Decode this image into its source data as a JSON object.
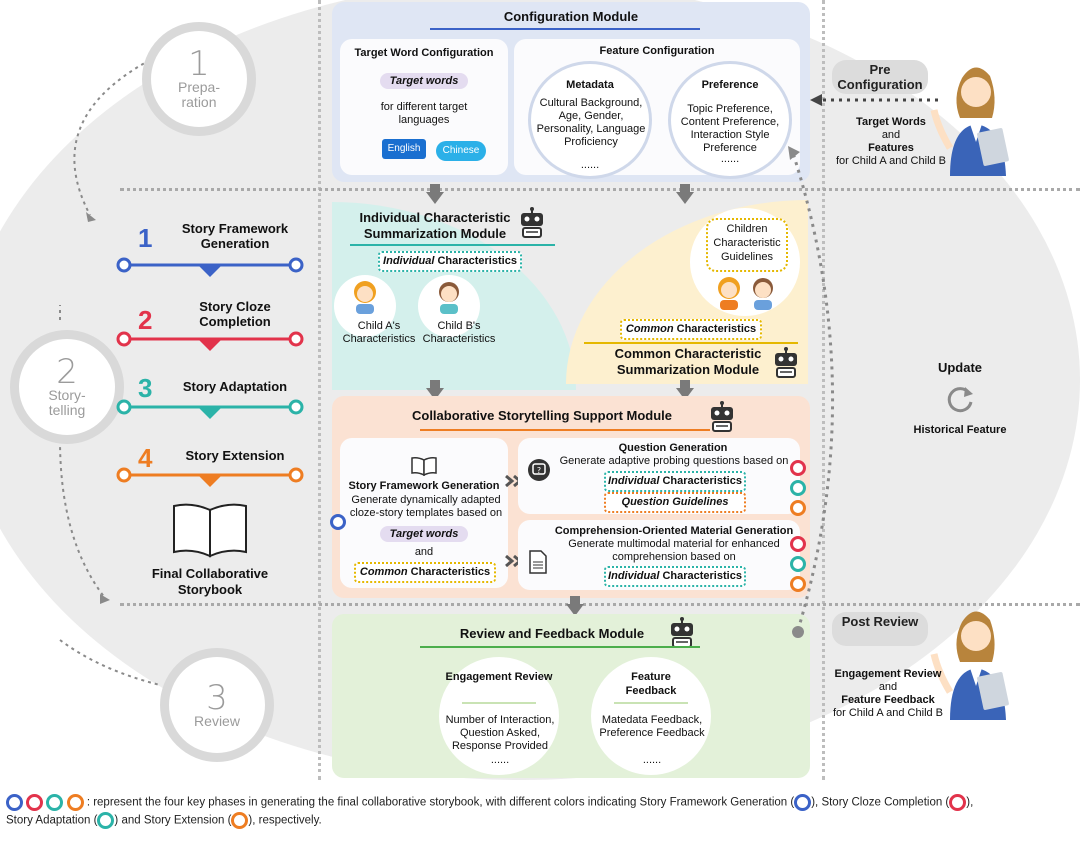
{
  "phases": {
    "preparation": {
      "num": "1",
      "label": "Prepa-\nration"
    },
    "storytelling": {
      "num": "2",
      "label": "Story-\ntelling"
    },
    "review": {
      "num": "3",
      "label": "Review"
    }
  },
  "steps": [
    {
      "num": "1",
      "label": "Story Framework Generation",
      "color": "#3b62c7"
    },
    {
      "num": "2",
      "label": "Story Cloze Completion",
      "color": "#e2334b"
    },
    {
      "num": "3",
      "label": "Story Adaptation",
      "color": "#2bb3a8"
    },
    {
      "num": "4",
      "label": "Story Extension",
      "color": "#ee7d22"
    }
  ],
  "storybook": {
    "label": "Final Collaborative Storybook"
  },
  "config": {
    "title": "Configuration Module",
    "target": {
      "title": "Target Word Configuration",
      "pill": "Target words",
      "text": "for different target languages",
      "lang1": "English",
      "lang2": "Chinese"
    },
    "feature": {
      "title": "Feature Configuration",
      "metadata": {
        "title": "Metadata",
        "items": "Cultural Background, Age, Gender, Personality, Language Proficiency",
        "more": "......"
      },
      "preference": {
        "title": "Preference",
        "items": "Topic Preference, Content Preference, Interaction Style Preference",
        "more": "......"
      }
    }
  },
  "individual": {
    "title": "Individual Characteristic Summarization Module",
    "box_em": "Individual",
    "box_rest": " Characteristics",
    "childA": "Child A's Characteristics",
    "childB": "Child B's Characteristics"
  },
  "common": {
    "guidelines": "Children Characteristic Guidelines",
    "box_em": "Common",
    "box_rest": " Characteristics",
    "title": "Common Characteristic Summarization Module"
  },
  "collab": {
    "title": "Collaborative Storytelling Support Module",
    "framework": {
      "title": "Story Framework Generation",
      "text": "Generate dynamically adapted cloze-story templates based on",
      "pill": "Target words",
      "and": "and",
      "box_em": "Common",
      "box_rest": " Characteristics"
    },
    "question": {
      "title": "Question Generation",
      "text": "Generate adaptive probing questions based on",
      "box1_em": "Individual",
      "box1_rest": " Characteristics",
      "box2": "Question Guidelines"
    },
    "material": {
      "title": "Comprehension-Oriented Material Generation",
      "text": "Generate multimodal material for enhanced comprehension based on",
      "box_em": "Individual",
      "box_rest": " Characteristics"
    }
  },
  "review": {
    "title": "Review and Feedback Module",
    "engagement": {
      "title": "Engagement Review",
      "items": "Number of Interaction, Question Asked, Response Provided",
      "more": "......"
    },
    "feedback": {
      "title": "Feature Feedback",
      "items": "Matedata Feedback, Preference Feedback",
      "more": "......"
    }
  },
  "right": {
    "pre_tag": "Pre Configuration",
    "pre_b1": "Target Words",
    "pre_and": "and",
    "pre_b2": "Features",
    "pre_for": "for Child A and Child B",
    "update": "Update",
    "historical": "Historical Feature",
    "post_tag": "Post Review",
    "post_b1": "Engagement Review",
    "post_and": "and",
    "post_b2": "Feature Feedback",
    "post_for": "for Child A and Child B"
  },
  "legend": {
    "line1": ": represent the four key phases in generating the final collaborative storybook, with different colors indicating Story Framework Generation (",
    "p1": "), Story Cloze Completion (",
    "p2": "),",
    "line2a": "Story Adaptation (",
    "p3": ") and Story Extension (",
    "p4": "), respectively."
  },
  "colors": {
    "blue": "#3b62c7",
    "red": "#e2334b",
    "teal": "#2bb3a8",
    "orange": "#ee7d22"
  }
}
